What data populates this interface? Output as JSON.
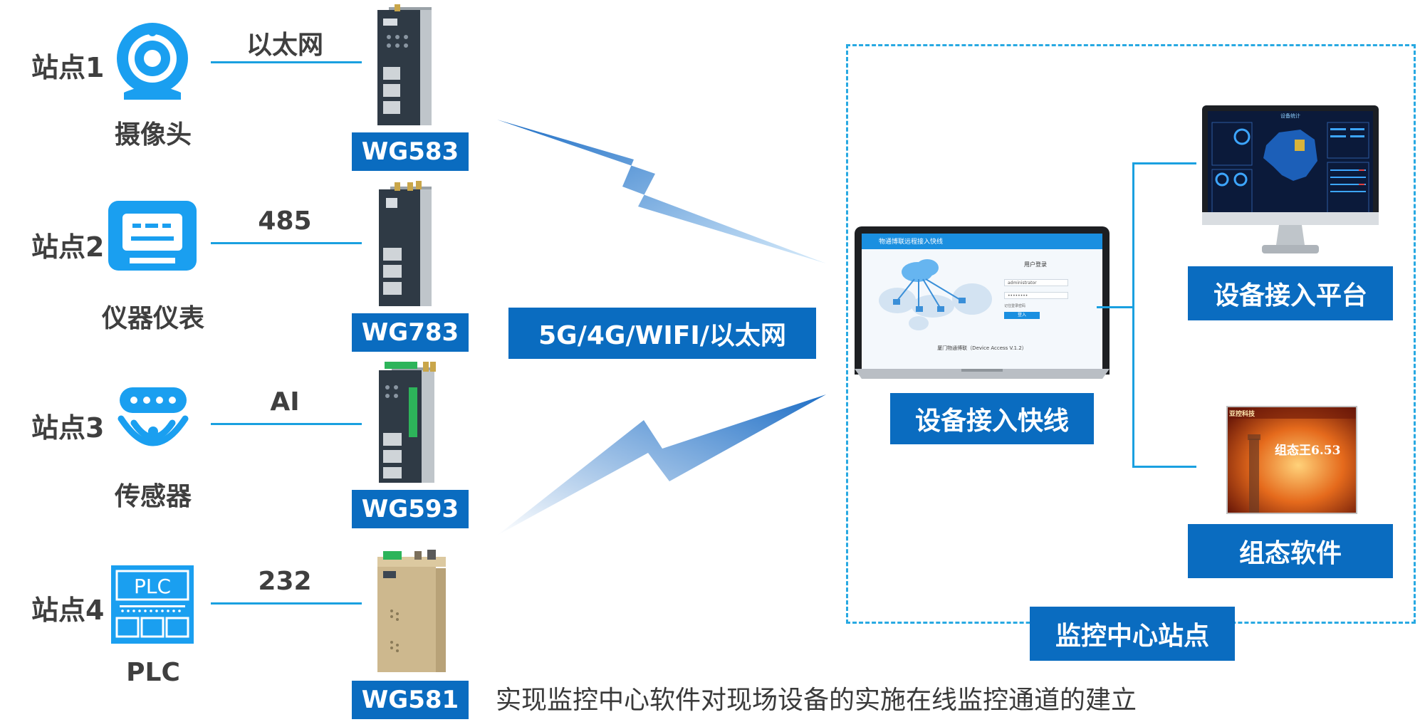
{
  "stations": [
    {
      "label": "站点1",
      "device": "摄像头",
      "protocol": "以太网",
      "gateway": "WG583",
      "icon": "camera-icon"
    },
    {
      "label": "站点2",
      "device": "仪器仪表",
      "protocol": "485",
      "gateway": "WG783",
      "icon": "meter-icon"
    },
    {
      "label": "站点3",
      "device": "传感器",
      "protocol": "AI",
      "gateway": "WG593",
      "icon": "sensor-icon"
    },
    {
      "label": "站点4",
      "device": "PLC",
      "protocol": "232",
      "gateway": "WG581",
      "icon": "plc-icon",
      "icon_text": "PLC"
    }
  ],
  "network_label": "5G/4G/WIFI/以太网",
  "monitoring_center": {
    "title": "监控中心站点",
    "access_tool": {
      "label": "设备接入快线",
      "app_title": "物通博联远程接入快线",
      "login_title": "用户登录",
      "username": "administrator",
      "password": "••••••••",
      "remember": "记住登录密码",
      "login_button": "登入",
      "footer": "厦门物通博联（Device Access V.1.2）"
    },
    "platform": {
      "label": "设备接入平台",
      "screen_title": "设备统计"
    },
    "scada": {
      "label": "组态软件",
      "product": "组态王6.53",
      "brand": "亚控科技"
    }
  },
  "caption": "实现监控中心软件对现场设备的实施在线监控通道的建立",
  "colors": {
    "accent": "#0a6cc0",
    "line": "#1aa0e0",
    "icon": "#1a9ff0",
    "text": "#3f3f3f"
  }
}
